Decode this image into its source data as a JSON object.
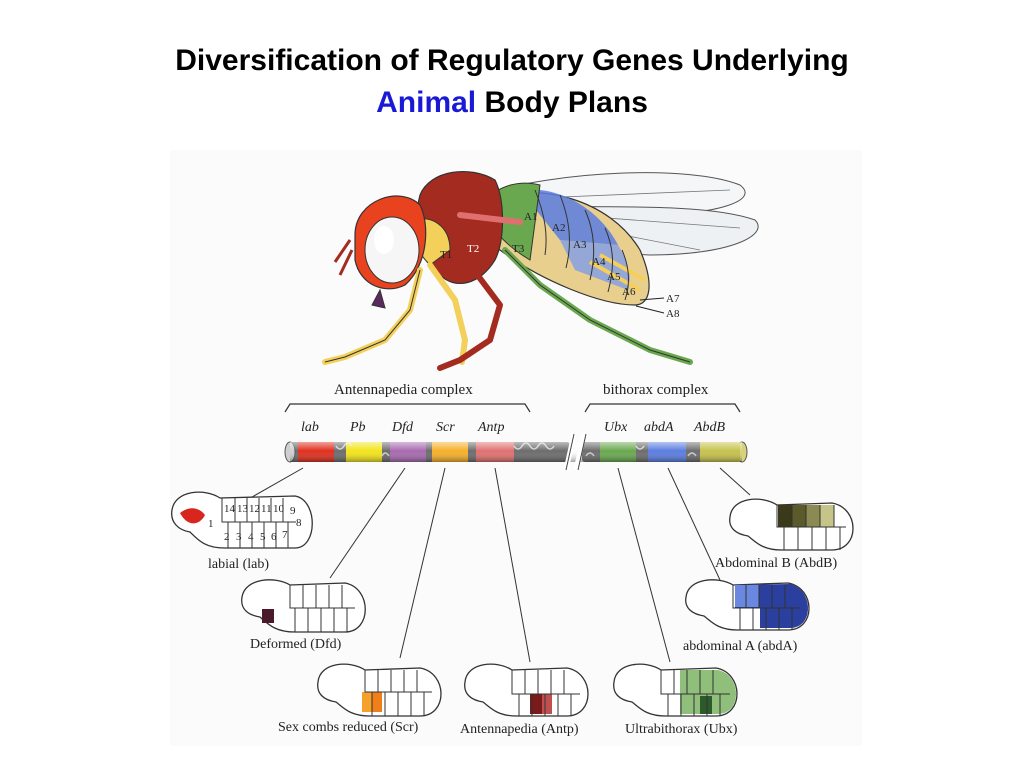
{
  "title": {
    "line1": "Diversification of Regulatory Genes Underlying",
    "line2_accent": "Animal",
    "line2_rest": "Body Plans"
  },
  "colors": {
    "accent_text": "#1a1ad6",
    "lab": "#e0301e",
    "pb": "#f2e41c",
    "dfd": "#a86ab0",
    "scr": "#f5b02a",
    "antp": "#e07070",
    "ubx": "#6aa84f",
    "abda": "#5b7de0",
    "abdb": "#c6c24e"
  },
  "fly": {
    "thorax_labels": [
      "T1",
      "T2",
      "T3"
    ],
    "abdomen_labels": [
      "A1",
      "A2",
      "A3",
      "A4",
      "A5",
      "A6",
      "A7",
      "A8"
    ]
  },
  "complexes": {
    "antennapedia": "Antennapedia complex",
    "bithorax": "bithorax complex"
  },
  "genes": [
    "lab",
    "Pb",
    "Dfd",
    "Scr",
    "Antp",
    "Ubx",
    "abdA",
    "AbdB"
  ],
  "embryo_segment_numbers": {
    "top": [
      "14",
      "13",
      "12",
      "11",
      "10",
      "9"
    ],
    "right": [
      "8",
      "7"
    ],
    "bottom": [
      "2",
      "3",
      "4",
      "5",
      "6"
    ],
    "head": "1"
  },
  "embryo_captions": {
    "lab": "labial (lab)",
    "dfd": "Deformed (Dfd)",
    "scr": "Sex combs reduced (Scr)",
    "antp": "Antennapedia (Antp)",
    "ubx": "Ultrabithorax (Ubx)",
    "abda": "abdominal A (abdA)",
    "abdb": "Abdominal B (AbdB)"
  }
}
